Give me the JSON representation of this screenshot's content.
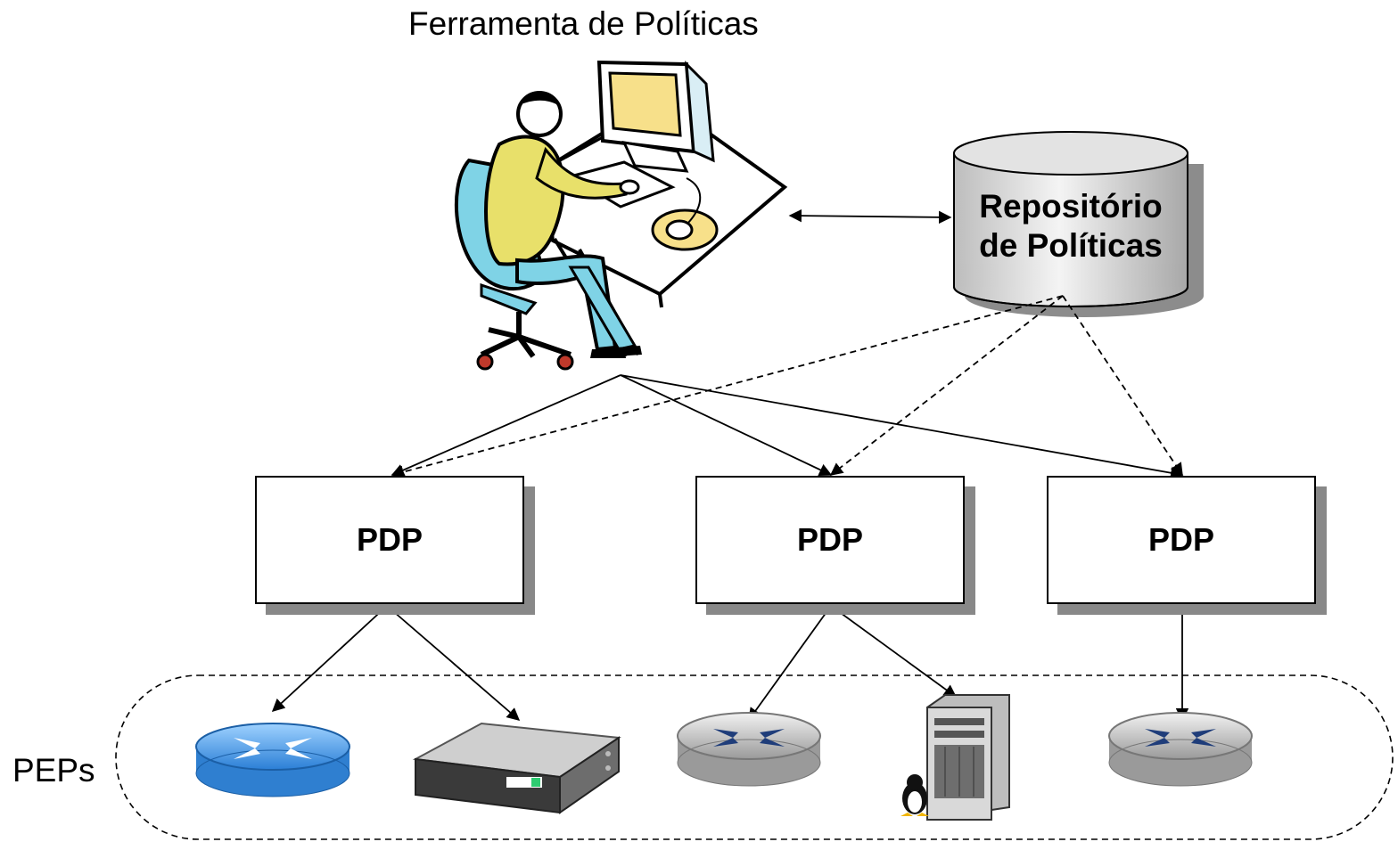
{
  "diagram": {
    "tool_title": "Ferramenta de Políticas",
    "repository": {
      "line1": "Repositório",
      "line2": "de Políticas"
    },
    "pdps": [
      {
        "label": "PDP"
      },
      {
        "label": "PDP"
      },
      {
        "label": "PDP"
      }
    ],
    "peps_label": "PEPs",
    "devices": [
      {
        "icon": "blue-router-icon"
      },
      {
        "icon": "network-appliance-icon"
      },
      {
        "icon": "gray-router-icon"
      },
      {
        "icon": "linux-server-icon"
      },
      {
        "icon": "gray-router-icon"
      }
    ],
    "colors": {
      "shadow": "#888888",
      "router_blue": "#4da3e8",
      "router_gray": "#c8c8c8",
      "shirt": "#e8e06a",
      "chair": "#7fd3e6",
      "monitor_screen": "#f7e08a"
    }
  }
}
